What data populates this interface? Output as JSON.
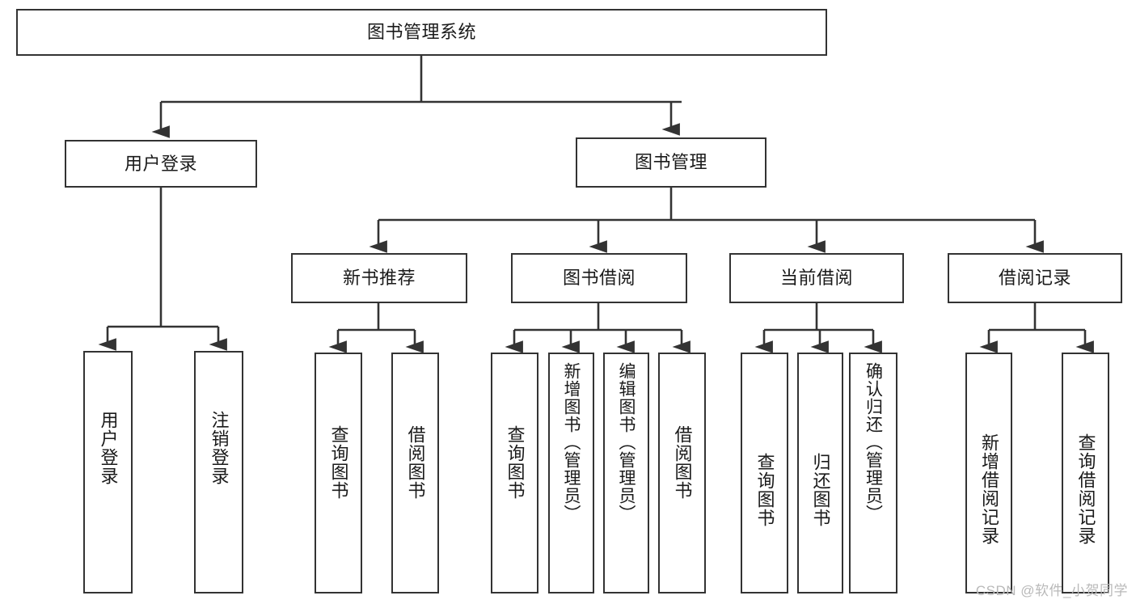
{
  "diagram": {
    "type": "tree",
    "title": "图书管理系统",
    "watermark": "CSDN @软件_小贺同学",
    "colors": {
      "stroke": "#333333",
      "background": "#ffffff",
      "text": "#1a1a1a",
      "watermark": "#b9b9b9"
    },
    "nodes": {
      "root": "图书管理系统",
      "level2": {
        "user_login": "用户登录",
        "book_manage": "图书管理"
      },
      "level3": {
        "new_book_rec": "新书推荐",
        "book_borrow": "图书借阅",
        "current_borrow": "当前借阅",
        "borrow_record": "借阅记录"
      },
      "leaves": {
        "user_login_1": "用户登录",
        "user_login_2": "注销登录",
        "new_book_rec_1": "查询图书",
        "new_book_rec_2": "借阅图书",
        "book_borrow_1": "查询图书",
        "book_borrow_2": "新增图书（管理员）",
        "book_borrow_3": "编辑图书（管理员）",
        "book_borrow_4": "借阅图书",
        "current_borrow_1": "查询图书",
        "current_borrow_2": "归还图书",
        "current_borrow_3": "确认归还（管理员）",
        "borrow_record_1": "新增借阅记录",
        "borrow_record_2": "查询借阅记录"
      }
    },
    "edges": [
      {
        "from": "root",
        "to": "user_login"
      },
      {
        "from": "root",
        "to": "book_manage"
      },
      {
        "from": "user_login",
        "to": "user_login_1"
      },
      {
        "from": "user_login",
        "to": "user_login_2"
      },
      {
        "from": "book_manage",
        "to": "new_book_rec"
      },
      {
        "from": "book_manage",
        "to": "book_borrow"
      },
      {
        "from": "book_manage",
        "to": "current_borrow"
      },
      {
        "from": "book_manage",
        "to": "borrow_record"
      },
      {
        "from": "new_book_rec",
        "to": "new_book_rec_1"
      },
      {
        "from": "new_book_rec",
        "to": "new_book_rec_2"
      },
      {
        "from": "book_borrow",
        "to": "book_borrow_1"
      },
      {
        "from": "book_borrow",
        "to": "book_borrow_2"
      },
      {
        "from": "book_borrow",
        "to": "book_borrow_3"
      },
      {
        "from": "book_borrow",
        "to": "book_borrow_4"
      },
      {
        "from": "current_borrow",
        "to": "current_borrow_1"
      },
      {
        "from": "current_borrow",
        "to": "current_borrow_2"
      },
      {
        "from": "current_borrow",
        "to": "current_borrow_3"
      },
      {
        "from": "borrow_record",
        "to": "borrow_record_1"
      },
      {
        "from": "borrow_record",
        "to": "borrow_record_2"
      }
    ]
  }
}
